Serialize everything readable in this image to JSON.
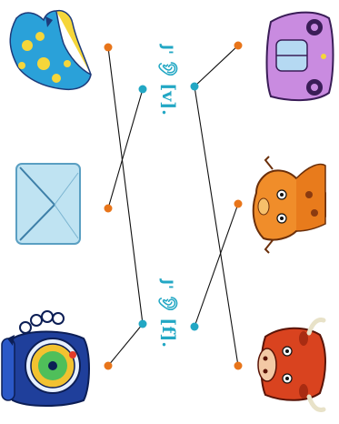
{
  "labels": {
    "top": {
      "prefix": "J'",
      "ear_icon": "ear-icon",
      "sound": "[v]."
    },
    "bottom": {
      "prefix": "J'",
      "ear_icon": "ear-icon",
      "sound": "[f]."
    }
  },
  "left_images": [
    {
      "name": "dress-image"
    },
    {
      "name": "envelope-image"
    },
    {
      "name": "telephone-image"
    }
  ],
  "right_images": [
    {
      "name": "car-image"
    },
    {
      "name": "giraffe-image"
    },
    {
      "name": "cow-image"
    }
  ],
  "colors": {
    "left_dot": "#e8751a",
    "center_dot": "#22a7c4",
    "line": "#111111",
    "label": "#22a7c4"
  }
}
